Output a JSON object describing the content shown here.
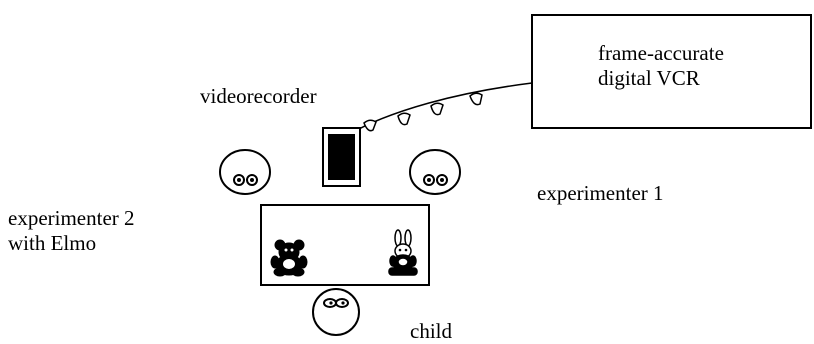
{
  "labels": {
    "vcr_line1": "frame-accurate",
    "vcr_line2": "digital VCR",
    "videorecorder": "videorecorder",
    "experimenter1": "experimenter 1",
    "experimenter2_line1": "experimenter 2",
    "experimenter2_line2": "with Elmo",
    "child": "child"
  },
  "icons": {
    "camera": "video-camera-icon",
    "person": "person-head-icon",
    "toy_bear": "teddy-bear-icon",
    "toy_bunny": "bunny-toy-icon"
  },
  "colors": {
    "stroke": "#000000",
    "background": "#ffffff"
  }
}
